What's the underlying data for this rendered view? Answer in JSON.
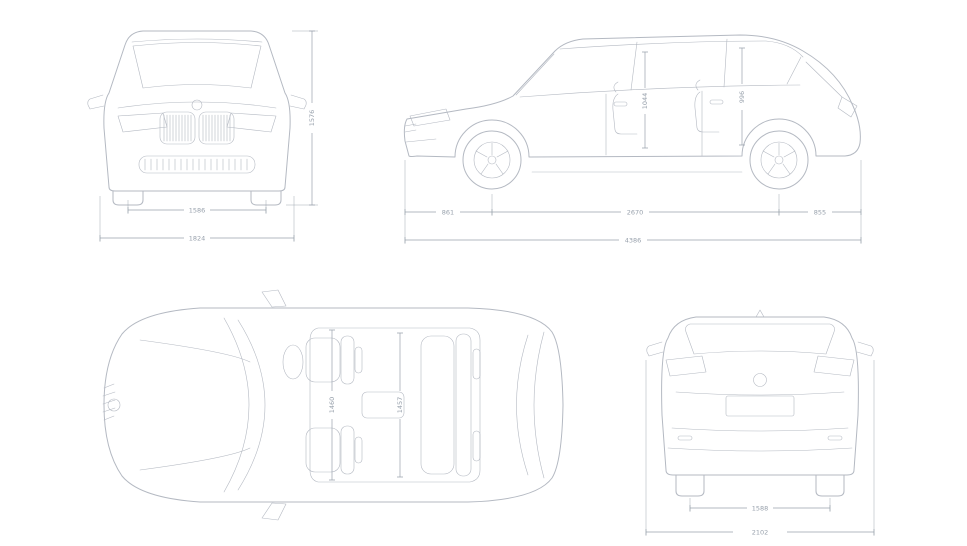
{
  "colors": {
    "body_line": "#b4b9c2",
    "dim_line": "#9aa2ad",
    "text": "#98a1ac",
    "bg": "#ffffff"
  },
  "views": {
    "front": {
      "height": "1576",
      "track": "1586",
      "width": "1824"
    },
    "side": {
      "front_overhang": "861",
      "wheelbase": "2670",
      "rear_overhang": "855",
      "length": "4386",
      "interior_front": "1044",
      "interior_rear": "996"
    },
    "top": {
      "width_front": "1460",
      "width_rear": "1457"
    },
    "rear": {
      "track": "1588",
      "width_mirrors": "2102"
    }
  }
}
